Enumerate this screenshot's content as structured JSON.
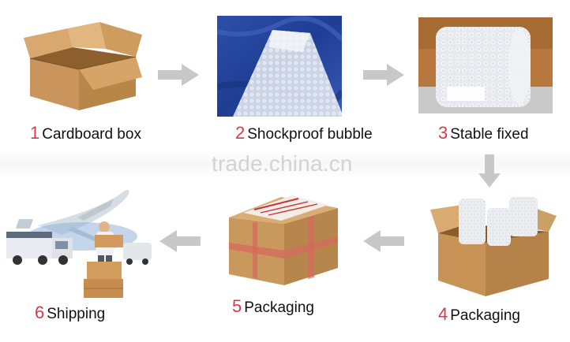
{
  "watermark": "trade.china.cn",
  "colors": {
    "step_number": "#d23c48",
    "label_text": "#111111",
    "arrow": "#c8c8c8",
    "watermark": "#d3d3d3"
  },
  "steps": [
    {
      "number": "1",
      "label": "Cardboard box",
      "icon": "cardboard-box-image"
    },
    {
      "number": "2",
      "label": "Shockproof bubble",
      "icon": "bubble-wrap-image"
    },
    {
      "number": "3",
      "label": "Stable fixed",
      "icon": "bubble-roll-image"
    },
    {
      "number": "4",
      "label": "Packaging",
      "icon": "filled-box-image"
    },
    {
      "number": "5",
      "label": "Packaging",
      "icon": "taped-parcel-image"
    },
    {
      "number": "6",
      "label": "Shipping",
      "icon": "shipping-collage-image"
    }
  ]
}
